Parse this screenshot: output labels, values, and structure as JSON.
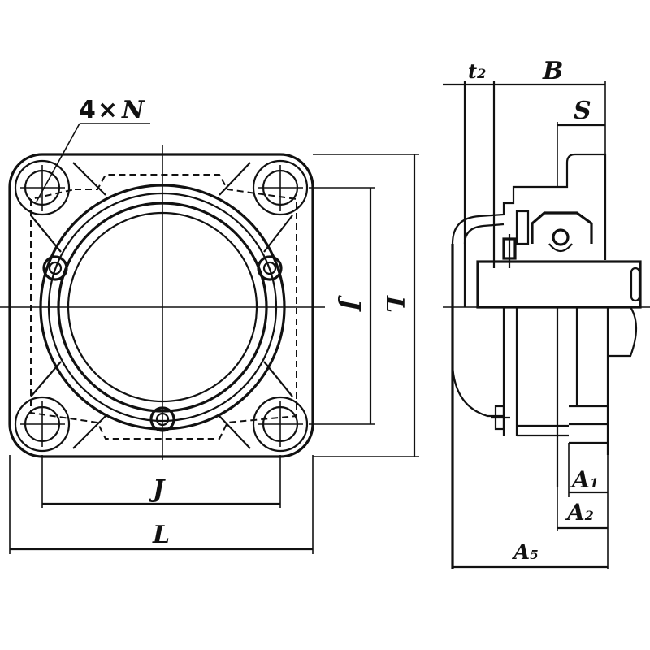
{
  "drawing": {
    "subject": "Square flange bearing unit (4-bolt)",
    "front_view": {
      "hole_callout": {
        "count": "4",
        "times": "×",
        "symbol": "N"
      },
      "dims": {
        "bolt_spacing_horizontal": "J",
        "overall_width": "L",
        "bolt_spacing_vertical": "J",
        "overall_height": "L"
      }
    },
    "side_view": {
      "dims": {
        "t2_main": "t",
        "t2_sub": "2",
        "B": "B",
        "S": "S",
        "A1_main": "A",
        "A1_sub": "1",
        "A2_main": "A",
        "A2_sub": "2",
        "A5_main": "A",
        "A5_sub": "5"
      }
    },
    "colors": {
      "line": "#111111",
      "background": "#ffffff"
    }
  }
}
